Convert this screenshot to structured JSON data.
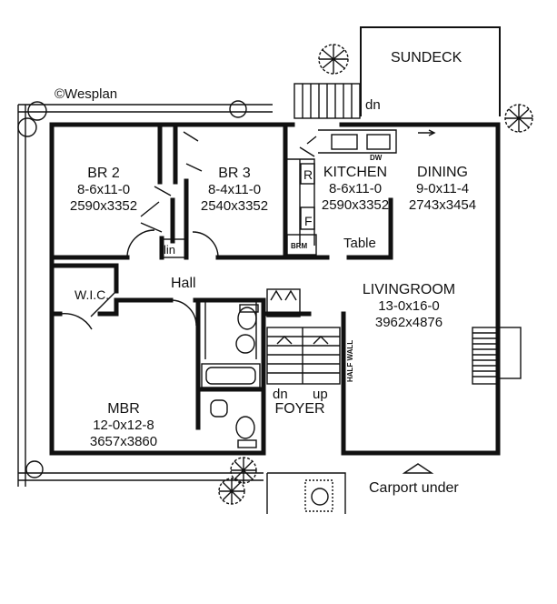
{
  "copyright": "©Wesplan",
  "rooms": {
    "sundeck": {
      "name": "SUNDECK"
    },
    "br2": {
      "name": "BR 2",
      "size_imperial": "8-6x11-0",
      "size_metric": "2590x3352"
    },
    "br3": {
      "name": "BR 3",
      "size_imperial": "8-4x11-0",
      "size_metric": "2540x3352"
    },
    "kitchen": {
      "name": "KITCHEN",
      "size_imperial": "8-6x11-0",
      "size_metric": "2590x3352"
    },
    "dining": {
      "name": "DINING",
      "size_imperial": "9-0x11-4",
      "size_metric": "2743x3454"
    },
    "livingroom": {
      "name": "LIVINGROOM",
      "size_imperial": "13-0x16-0",
      "size_metric": "3962x4876"
    },
    "mbr": {
      "name": "MBR",
      "size_imperial": "12-0x12-8",
      "size_metric": "3657x3860"
    },
    "foyer": {
      "name": "FOYER"
    },
    "hall": {
      "name": "Hall"
    },
    "wic": {
      "name": "W.I.C."
    }
  },
  "labels": {
    "dn_deck": "dn",
    "dw": "DW",
    "fridge": "R",
    "freezer": "F",
    "brm": "BRM",
    "table": "Table",
    "linen": "lin",
    "half_wall": "HALF WALL",
    "stair_dn": "dn",
    "stair_up": "up",
    "carport": "Carport under"
  }
}
